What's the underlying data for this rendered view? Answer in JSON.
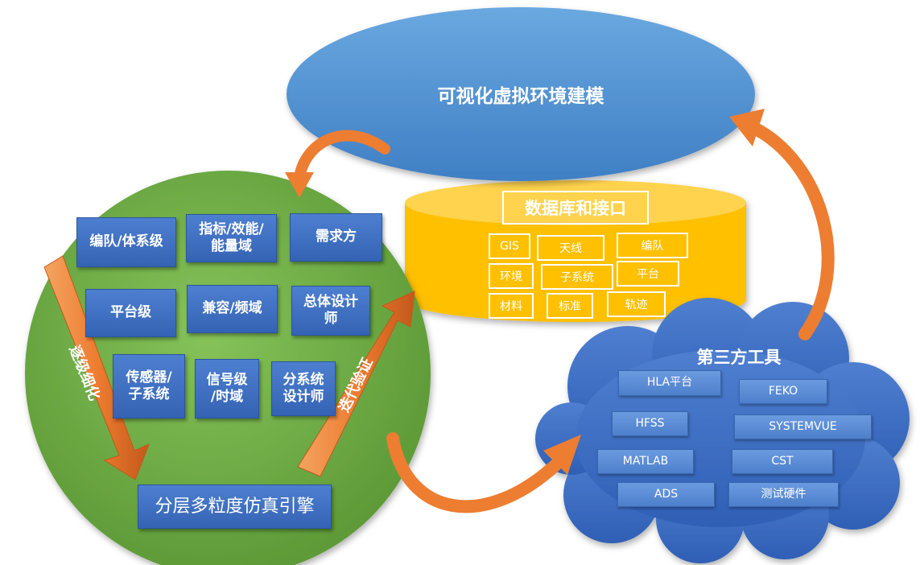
{
  "top_ellipse": {
    "title": "可视化虚拟环境建模",
    "color": "#5b9bd5"
  },
  "database": {
    "title": "数据库和接口",
    "color": "#ffc000",
    "items": [
      "GIS",
      "天线",
      "编队",
      "环境",
      "子系统",
      "平台",
      "材料",
      "标准",
      "轨迹"
    ]
  },
  "engine_circle": {
    "color": "#70ad47",
    "engine_label": "分层多粒度仿真引擎",
    "left_arrow_label": "逐级细化",
    "right_arrow_label": "迭代验证",
    "boxes": [
      "编队/体系级",
      "指标/效能/\n能量域",
      "需求方",
      "平台级",
      "兼容/频域",
      "总体设计\n师",
      "传感器/\n子系统",
      "信号级\n/时域",
      "分系统\n设计师"
    ]
  },
  "cloud": {
    "title": "第三方工具",
    "color": "#4472c4",
    "tools": [
      "HLA平台",
      "FEKO",
      "HFSS",
      "SYSTEMVUE",
      "MATLAB",
      "CST",
      "ADS",
      "测试硬件"
    ]
  },
  "arrow_color": "#ed7d31"
}
